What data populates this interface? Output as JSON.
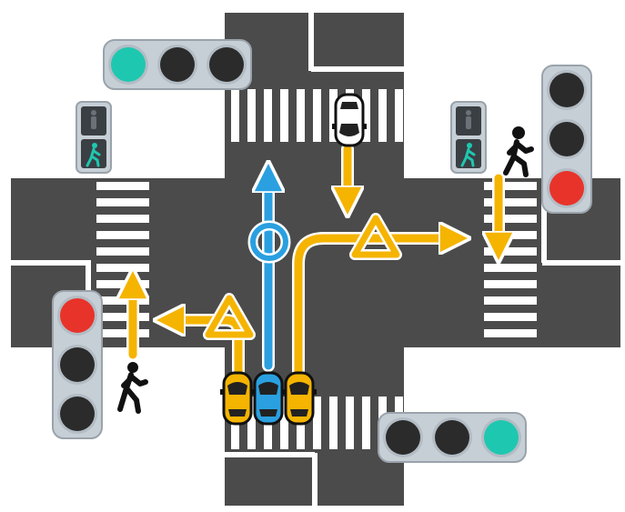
{
  "colors": {
    "road": "#4b4b4b",
    "marking": "#ffffff",
    "yield_arrow": "#f5b400",
    "priority_arrow": "#2aa0e0",
    "signal_housing": "#c7cfd6",
    "lamp_off": "#2b2b2b",
    "lamp_green": "#1ec8b0",
    "lamp_red": "#e8332a",
    "ped_signal_bg": "#3a3f44"
  },
  "icons": {
    "priority_symbol": "circle-icon",
    "yield_symbol": "triangle-icon",
    "walker": "pedestrian-icon",
    "car": "car-icon"
  },
  "vehicle_signals": [
    {
      "position": "top",
      "active": "green"
    },
    {
      "position": "right",
      "active": "red"
    },
    {
      "position": "left",
      "active": "red"
    },
    {
      "position": "bottom",
      "active": "green"
    }
  ],
  "pedestrian_signals": [
    {
      "position": "top-left",
      "active": "walk"
    },
    {
      "position": "top-right",
      "active": "walk"
    }
  ],
  "cars": [
    {
      "id": "oncoming",
      "color": "white"
    },
    {
      "id": "left-turner",
      "color": "yellow"
    },
    {
      "id": "straight",
      "color": "blue"
    },
    {
      "id": "right-turner",
      "color": "yellow"
    }
  ]
}
